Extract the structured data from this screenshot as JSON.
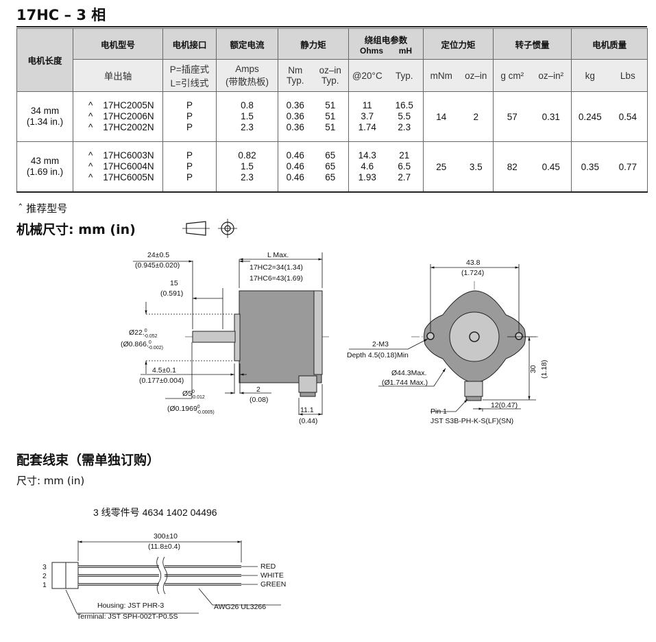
{
  "title": "17HC – 3 相",
  "table": {
    "hdr_length": "电机长度",
    "hdr_model": "电机型号",
    "hdr_interface": "电机接口",
    "hdr_current": "额定电流",
    "hdr_torque": "静力矩",
    "hdr_winding": "绕组电参数",
    "hdr_winding_ohms": "Ohms",
    "hdr_winding_mh": "mH",
    "hdr_detent": "定位力矩",
    "hdr_inertia": "转子惯量",
    "hdr_mass": "电机质量",
    "sub_model": "单出轴",
    "sub_interface_1": "P=插座式",
    "sub_interface_2": "L=引线式",
    "sub_current_1": "Amps",
    "sub_current_2": "(带散热板)",
    "sub_torque_nm_1": "Nm",
    "sub_torque_nm_2": "Typ.",
    "sub_torque_oz_1": "oz–in",
    "sub_torque_oz_2": "Typ.",
    "sub_ohms": "@20°C",
    "sub_mh": "Typ.",
    "sub_detent_mnm": "mNm",
    "sub_detent_oz": "oz–in",
    "sub_inertia_g": "g cm²",
    "sub_inertia_oz": "oz–in²",
    "sub_mass_kg": "kg",
    "sub_mass_lbs": "Lbs",
    "groups": [
      {
        "length_1": "34 mm",
        "length_2": "(1.34 in.)",
        "models": [
          "^    17HC2005N",
          "^    17HC2006N",
          "^    17HC2002N"
        ],
        "interface": [
          "P",
          "P",
          "P"
        ],
        "current": [
          "0.8",
          "1.5",
          "2.3"
        ],
        "torque_nm": [
          "0.36",
          "0.36",
          "0.36"
        ],
        "torque_oz": [
          "51",
          "51",
          "51"
        ],
        "ohms": [
          "11",
          "3.7",
          "1.74"
        ],
        "mh": [
          "16.5",
          "5.5",
          "2.3"
        ],
        "detent_mnm": "14",
        "detent_oz": "2",
        "inertia_g": "57",
        "inertia_oz": "0.31",
        "mass_kg": "0.245",
        "mass_lbs": "0.54"
      },
      {
        "length_1": "43 mm",
        "length_2": "(1.69 in.)",
        "models": [
          "^    17HC6003N",
          "^    17HC6004N",
          "^    17HC6005N"
        ],
        "interface": [
          "P",
          "P",
          "P"
        ],
        "current": [
          "0.82",
          "1.5",
          "2.3"
        ],
        "torque_nm": [
          "0.46",
          "0.46",
          "0.46"
        ],
        "torque_oz": [
          "65",
          "65",
          "65"
        ],
        "ohms": [
          "14.3",
          "4.6",
          "1.93"
        ],
        "mh": [
          "21",
          "6.5",
          "2.7"
        ],
        "detent_mnm": "25",
        "detent_oz": "3.5",
        "inertia_g": "82",
        "inertia_oz": "0.45",
        "mass_kg": "0.35",
        "mass_lbs": "0.77"
      }
    ]
  },
  "note": "ˆ 推荐型号",
  "mech_title": "机械尺寸: mm (in)",
  "side_view": {
    "dim_24": "24±0.5",
    "dim_24_in": "(0.945±0.020)",
    "dim_L": "L Max.",
    "dim_L_hc2": "17HC2=34(1.34)",
    "dim_L_hc6": "17HC6=43(1.69)",
    "dim_15": "15",
    "dim_15_in": "(0.591)",
    "dim_d22": "Ø22.",
    "dim_d22_tol": "0",
    "dim_d22_tol2": "-0.052",
    "dim_d22_in": "(Ø0.866.",
    "dim_d22_in_tol": "0",
    "dim_d22_in_tol2": "-0.002)",
    "dim_45": "4.5±0.1",
    "dim_45_in": "(0.177±0.004)",
    "dim_d5": "Ø5",
    "dim_d5_tol": "0",
    "dim_d5_tol2": "-0.012",
    "dim_d5_in": "(Ø0.1969",
    "dim_d5_in_tol": "0",
    "dim_d5_in_tol2": "-0.0005)",
    "dim_2": "2",
    "dim_2_in": "(0.08)",
    "dim_111": "11.1",
    "dim_111_in": "(0.44)"
  },
  "front_view": {
    "dim_438": "43.8",
    "dim_438_in": "(1.724)",
    "m3": "2-M3",
    "m3_depth": "Depth 4.5(0.18)Min",
    "d443": "Ø44.3Max.",
    "d443_in": "(Ø1.744 Max.)",
    "dim_30": "30",
    "dim_30_in": "(1.18)",
    "dim_12": "12(0.47)",
    "pin1": "Pin 1",
    "jst": "JST S3B-PH-K-S(LF)(SN)"
  },
  "harness_title": "配套线束（需单独订购）",
  "harness_unit": "尺寸: mm (in)",
  "part_no": "3 线零件号 4634 1402 04496",
  "harness": {
    "dim_300": "300±10",
    "dim_300_in": "(11.8±0.4)",
    "pin_3": "3",
    "pin_2": "2",
    "pin_1": "1",
    "red": "RED",
    "white": "WHITE",
    "green": "GREEN",
    "housing": "Housing: JST PHR-3",
    "terminal": "Terminal: JST SPH-002T-P0.5S",
    "awg": "AWG26 UL3266"
  },
  "colors": {
    "header_bg": "#d6d6d6",
    "subheader_bg": "#ececec",
    "motor_body": "#9a9a9a",
    "motor_end": "#c8c8c8"
  }
}
